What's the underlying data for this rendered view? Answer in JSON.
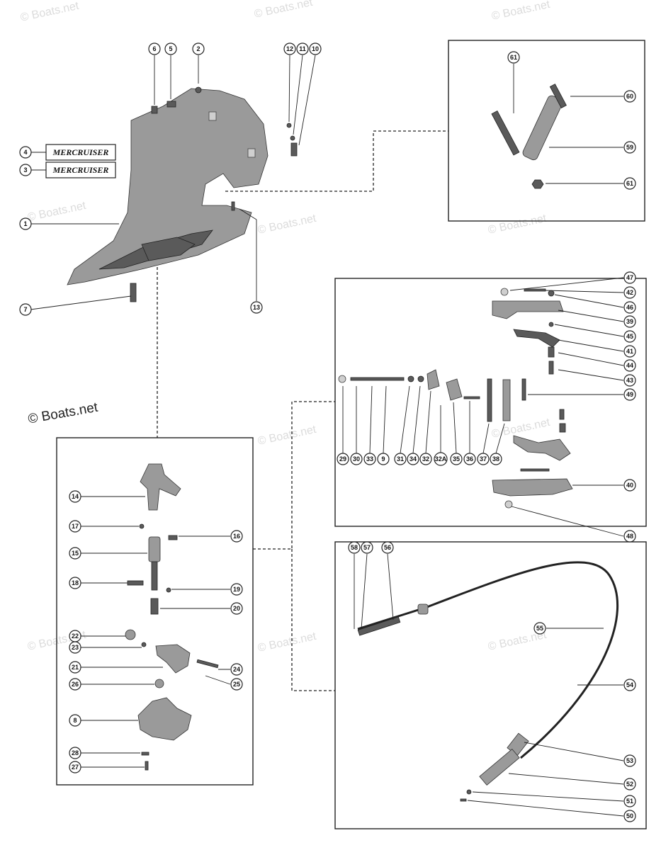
{
  "copyright": "© Boats.net",
  "watermark": "© Boats.net",
  "decal_text": "MERCRUISER",
  "callouts": [
    "1",
    "2",
    "3",
    "4",
    "5",
    "6",
    "7",
    "8",
    "9",
    "10",
    "11",
    "12",
    "13",
    "14",
    "15",
    "16",
    "17",
    "18",
    "19",
    "20",
    "21",
    "22",
    "23",
    "24",
    "25",
    "26",
    "27",
    "28",
    "29",
    "30",
    "31",
    "32",
    "32A",
    "33",
    "34",
    "35",
    "36",
    "37",
    "38",
    "39",
    "40",
    "41",
    "42",
    "43",
    "44",
    "45",
    "46",
    "47",
    "48",
    "49",
    "50",
    "51",
    "52",
    "53",
    "54",
    "55",
    "56",
    "57",
    "58",
    "59",
    "60",
    "61"
  ]
}
